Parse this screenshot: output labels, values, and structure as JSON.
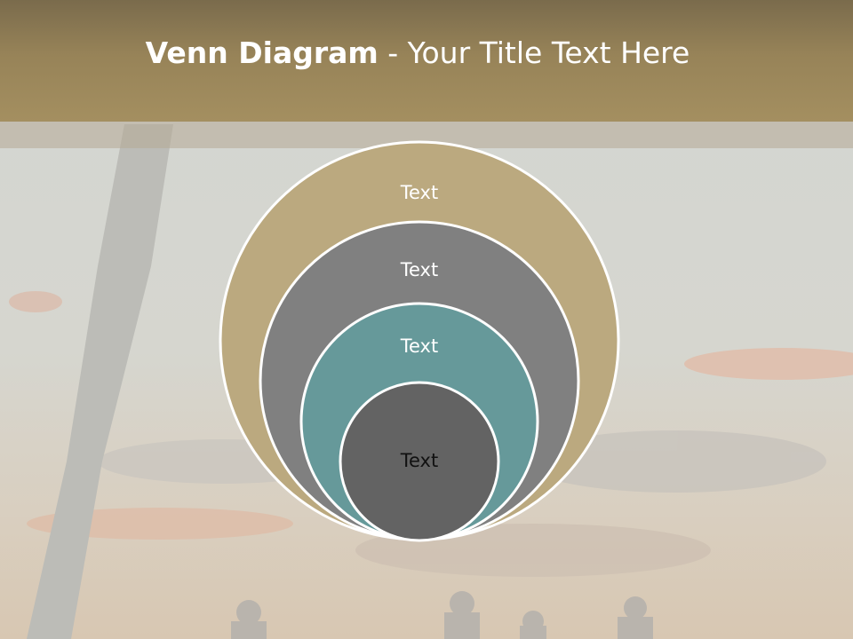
{
  "slide": {
    "title_bold": "Venn Diagram",
    "title_rest": " - Your Title Text Here"
  },
  "diagram": {
    "circles": [
      {
        "label": "Text",
        "color": "#bba97f",
        "text_color": "#ffffff"
      },
      {
        "label": "Text",
        "color": "#808080",
        "text_color": "#ffffff"
      },
      {
        "label": "Text",
        "color": "#66999a",
        "text_color": "#ffffff"
      },
      {
        "label": "Text",
        "color": "#636363",
        "text_color": "#111111"
      }
    ],
    "outline_color": "#ffffff"
  },
  "colors": {
    "title_bar": "#978358",
    "sky": "#d6d8d2"
  }
}
